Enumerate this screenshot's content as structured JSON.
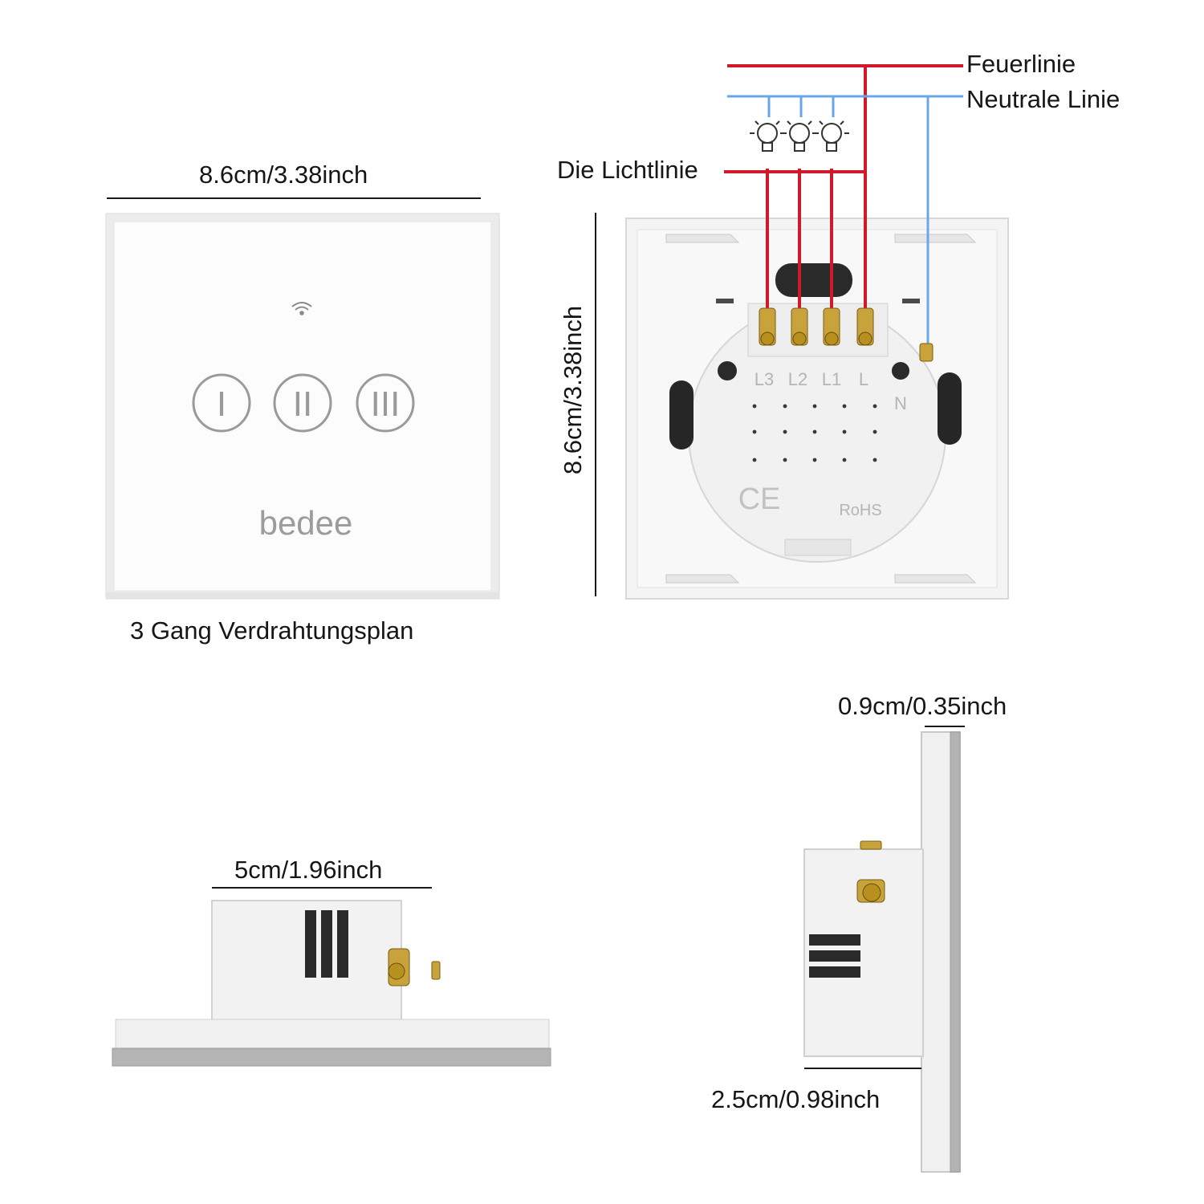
{
  "front": {
    "width_label": "8.6cm/3.38inch",
    "caption": "3 Gang Verdrahtungsplan",
    "brand": "bedee",
    "buttons": [
      "I",
      "II",
      "III"
    ],
    "wifi_icon": "wifi-icon"
  },
  "back": {
    "height_label": "8.6cm/3.38inch",
    "fire_line": "Feuerlinie",
    "neutral_line": "Neutrale Linie",
    "light_line": "Die Lichtlinie",
    "terminals": [
      "L3",
      "L2",
      "L1",
      "L"
    ],
    "neutral_terminal": "N",
    "ce_mark": "CE",
    "rohs_mark": "RoHS",
    "colors": {
      "fire": "#d01a2a",
      "neutral": "#6aa6e8"
    }
  },
  "bottom_view": {
    "width_label": "5cm/1.96inch"
  },
  "side_view": {
    "glass_label": "0.9cm/0.35inch",
    "depth_label": "2.5cm/0.98inch"
  }
}
